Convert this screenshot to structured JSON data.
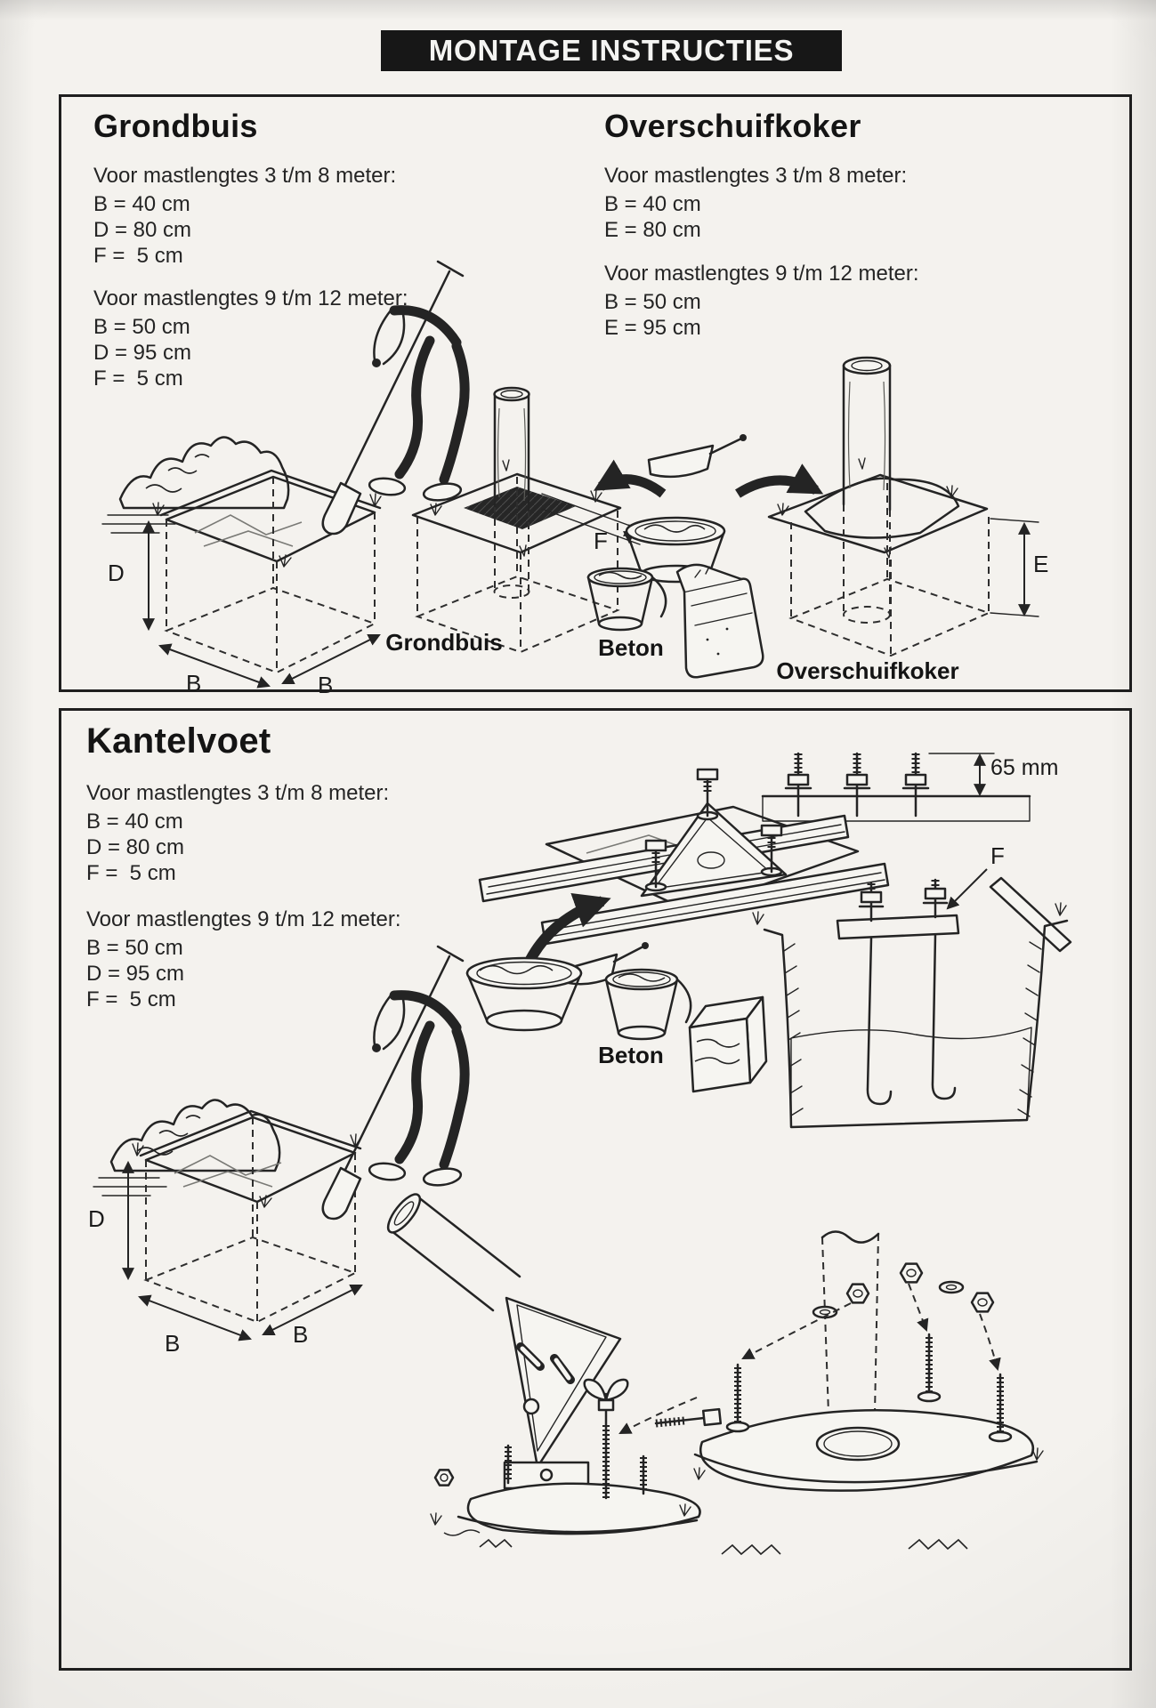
{
  "page": {
    "title": "MONTAGE INSTRUCTIES"
  },
  "colors": {
    "ink": "#1d1d1d",
    "paper": "#f4f2ee",
    "title_bg": "#171717",
    "title_fg": "#f4f4f2"
  },
  "top": {
    "grondbuis": {
      "heading": "Grondbuis",
      "spec_small": {
        "title": "Voor mastlengtes 3 t/m 8 meter:",
        "lines": [
          "B = 40 cm",
          "D = 80 cm",
          "F =  5 cm"
        ]
      },
      "spec_large": {
        "title": "Voor mastlengtes 9 t/m 12 meter:",
        "lines": [
          "B = 50 cm",
          "D = 95 cm",
          "F =  5 cm"
        ]
      },
      "caption": "Grondbuis",
      "labels": {
        "d": "D",
        "b_left": "B",
        "b_right": "B",
        "f": "F"
      }
    },
    "overschuifkoker": {
      "heading": "Overschuifkoker",
      "spec_small": {
        "title": "Voor mastlengtes 3 t/m 8 meter:",
        "lines": [
          "B = 40 cm",
          "E = 80 cm"
        ]
      },
      "spec_large": {
        "title": "Voor mastlengtes 9 t/m 12 meter:",
        "lines": [
          "B = 50 cm",
          "E = 95 cm"
        ]
      },
      "caption": "Overschuifkoker",
      "labels": {
        "e": "E"
      }
    },
    "beton_caption": "Beton"
  },
  "bottom": {
    "kantelvoet": {
      "heading": "Kantelvoet",
      "spec_small": {
        "title": "Voor mastlengtes 3 t/m 8 meter:",
        "lines": [
          "B = 40 cm",
          "D = 80 cm",
          "F =  5 cm"
        ]
      },
      "spec_large": {
        "title": "Voor mastlengtes 9 t/m 12 meter:",
        "lines": [
          "B = 50 cm",
          "D = 95 cm",
          "F =  5 cm"
        ]
      },
      "labels": {
        "depth": "65 mm",
        "f": "F",
        "d": "D",
        "b_left": "B",
        "b_right": "B"
      }
    },
    "beton_caption": "Beton"
  }
}
